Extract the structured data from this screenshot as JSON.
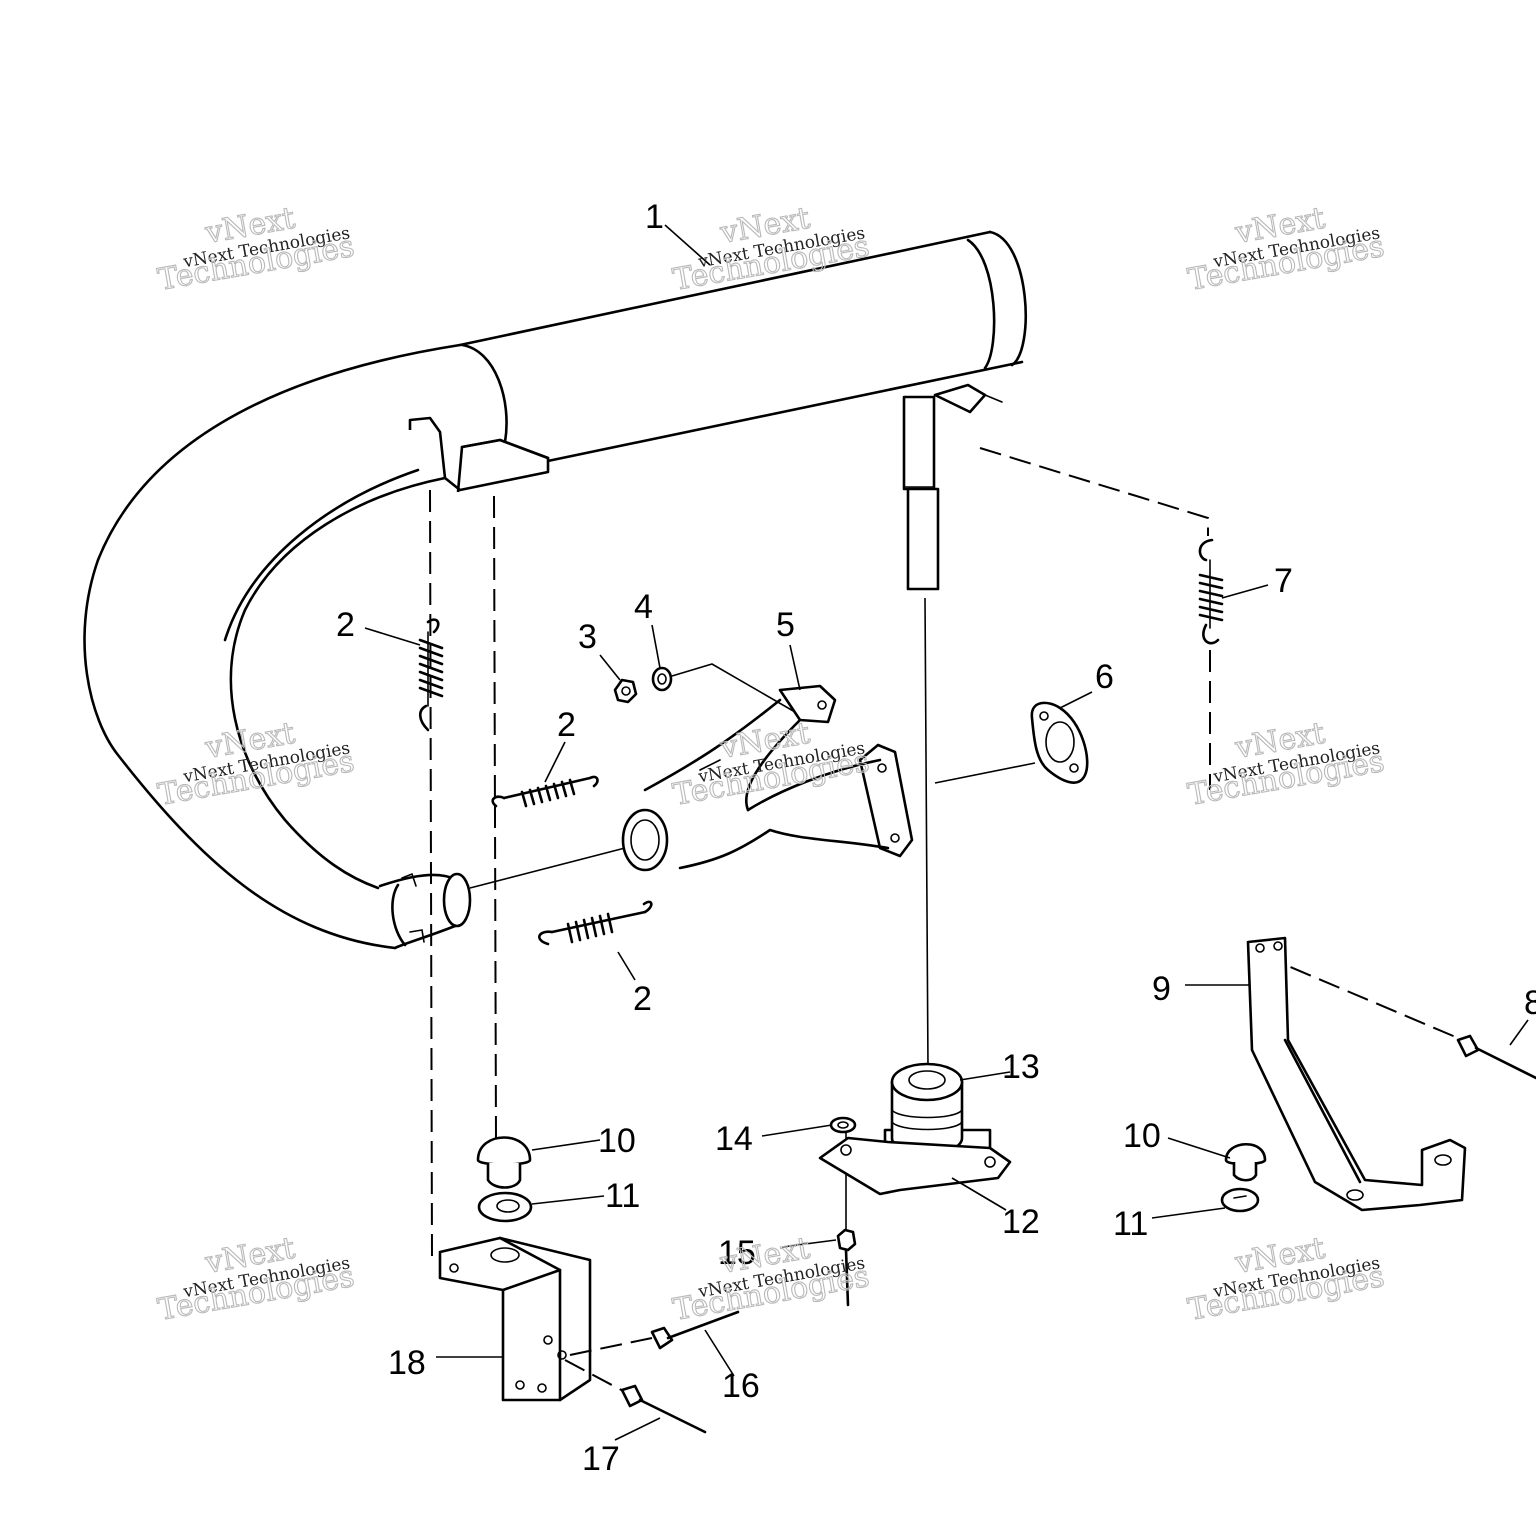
{
  "callouts": [
    {
      "id": "c1",
      "label": "1"
    },
    {
      "id": "c2a",
      "label": "2"
    },
    {
      "id": "c2b",
      "label": "2"
    },
    {
      "id": "c2c",
      "label": "2"
    },
    {
      "id": "c3",
      "label": "3"
    },
    {
      "id": "c4",
      "label": "4"
    },
    {
      "id": "c5",
      "label": "5"
    },
    {
      "id": "c6",
      "label": "6"
    },
    {
      "id": "c7",
      "label": "7"
    },
    {
      "id": "c8",
      "label": "8"
    },
    {
      "id": "c9",
      "label": "9"
    },
    {
      "id": "c10a",
      "label": "10"
    },
    {
      "id": "c10b",
      "label": "10"
    },
    {
      "id": "c11a",
      "label": "11"
    },
    {
      "id": "c11b",
      "label": "11"
    },
    {
      "id": "c12",
      "label": "12"
    },
    {
      "id": "c13",
      "label": "13"
    },
    {
      "id": "c14",
      "label": "14"
    },
    {
      "id": "c15",
      "label": "15"
    },
    {
      "id": "c16",
      "label": "16"
    },
    {
      "id": "c17",
      "label": "17"
    },
    {
      "id": "c18",
      "label": "18"
    }
  ],
  "watermark": {
    "line1": "vNext Technologies",
    "line2": "vNext",
    "line3": "Technologies"
  }
}
